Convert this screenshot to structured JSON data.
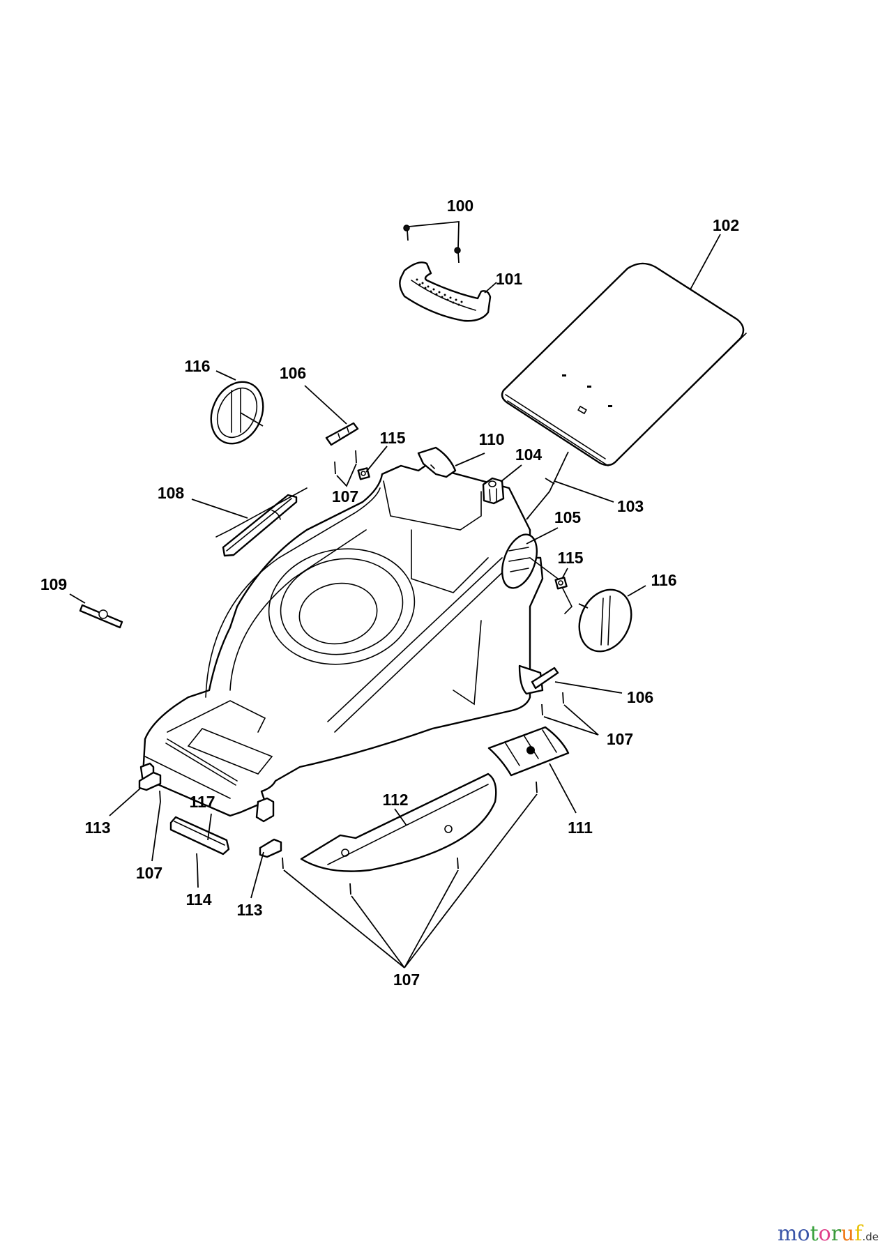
{
  "diagram": {
    "title": "Lawn mower housing exploded parts diagram",
    "labels": [
      {
        "id": "100",
        "text": "100",
        "part": "screw"
      },
      {
        "id": "101",
        "text": "101",
        "part": "handle"
      },
      {
        "id": "102",
        "text": "102",
        "part": "rear flap"
      },
      {
        "id": "103",
        "text": "103",
        "part": "torsion spring"
      },
      {
        "id": "104",
        "text": "104",
        "part": "bushing"
      },
      {
        "id": "105",
        "text": "105",
        "part": "wheel hub"
      },
      {
        "id": "106a",
        "text": "106",
        "part": "height adjuster clip"
      },
      {
        "id": "106b",
        "text": "106",
        "part": "height adjuster clip"
      },
      {
        "id": "107a",
        "text": "107",
        "part": "screw"
      },
      {
        "id": "107b",
        "text": "107",
        "part": "screw"
      },
      {
        "id": "107c",
        "text": "107",
        "part": "screw"
      },
      {
        "id": "107d",
        "text": "107",
        "part": "screw"
      },
      {
        "id": "108",
        "text": "108",
        "part": "cover strip"
      },
      {
        "id": "109",
        "text": "109",
        "part": "badge"
      },
      {
        "id": "110",
        "text": "110",
        "part": "cover cap"
      },
      {
        "id": "111",
        "text": "111",
        "part": "vent plate"
      },
      {
        "id": "112",
        "text": "112",
        "part": "skirt cover"
      },
      {
        "id": "113a",
        "text": "113",
        "part": "clip"
      },
      {
        "id": "113b",
        "text": "113",
        "part": "clip"
      },
      {
        "id": "114",
        "text": "114",
        "part": "screw"
      },
      {
        "id": "115a",
        "text": "115",
        "part": "nut"
      },
      {
        "id": "115b",
        "text": "115",
        "part": "nut"
      },
      {
        "id": "116a",
        "text": "116",
        "part": "wheel"
      },
      {
        "id": "116b",
        "text": "116",
        "part": "wheel"
      },
      {
        "id": "117",
        "text": "117",
        "part": "axle holder"
      }
    ]
  },
  "watermark": {
    "letters": [
      "m",
      "o",
      "t",
      "o",
      "r",
      "u",
      "f"
    ],
    "colors": [
      "#3a55a8",
      "#3a55a8",
      "#36a03a",
      "#e0408a",
      "#3a9a3a",
      "#f07b18",
      "#e8c20a"
    ],
    "suffix": ".de"
  }
}
